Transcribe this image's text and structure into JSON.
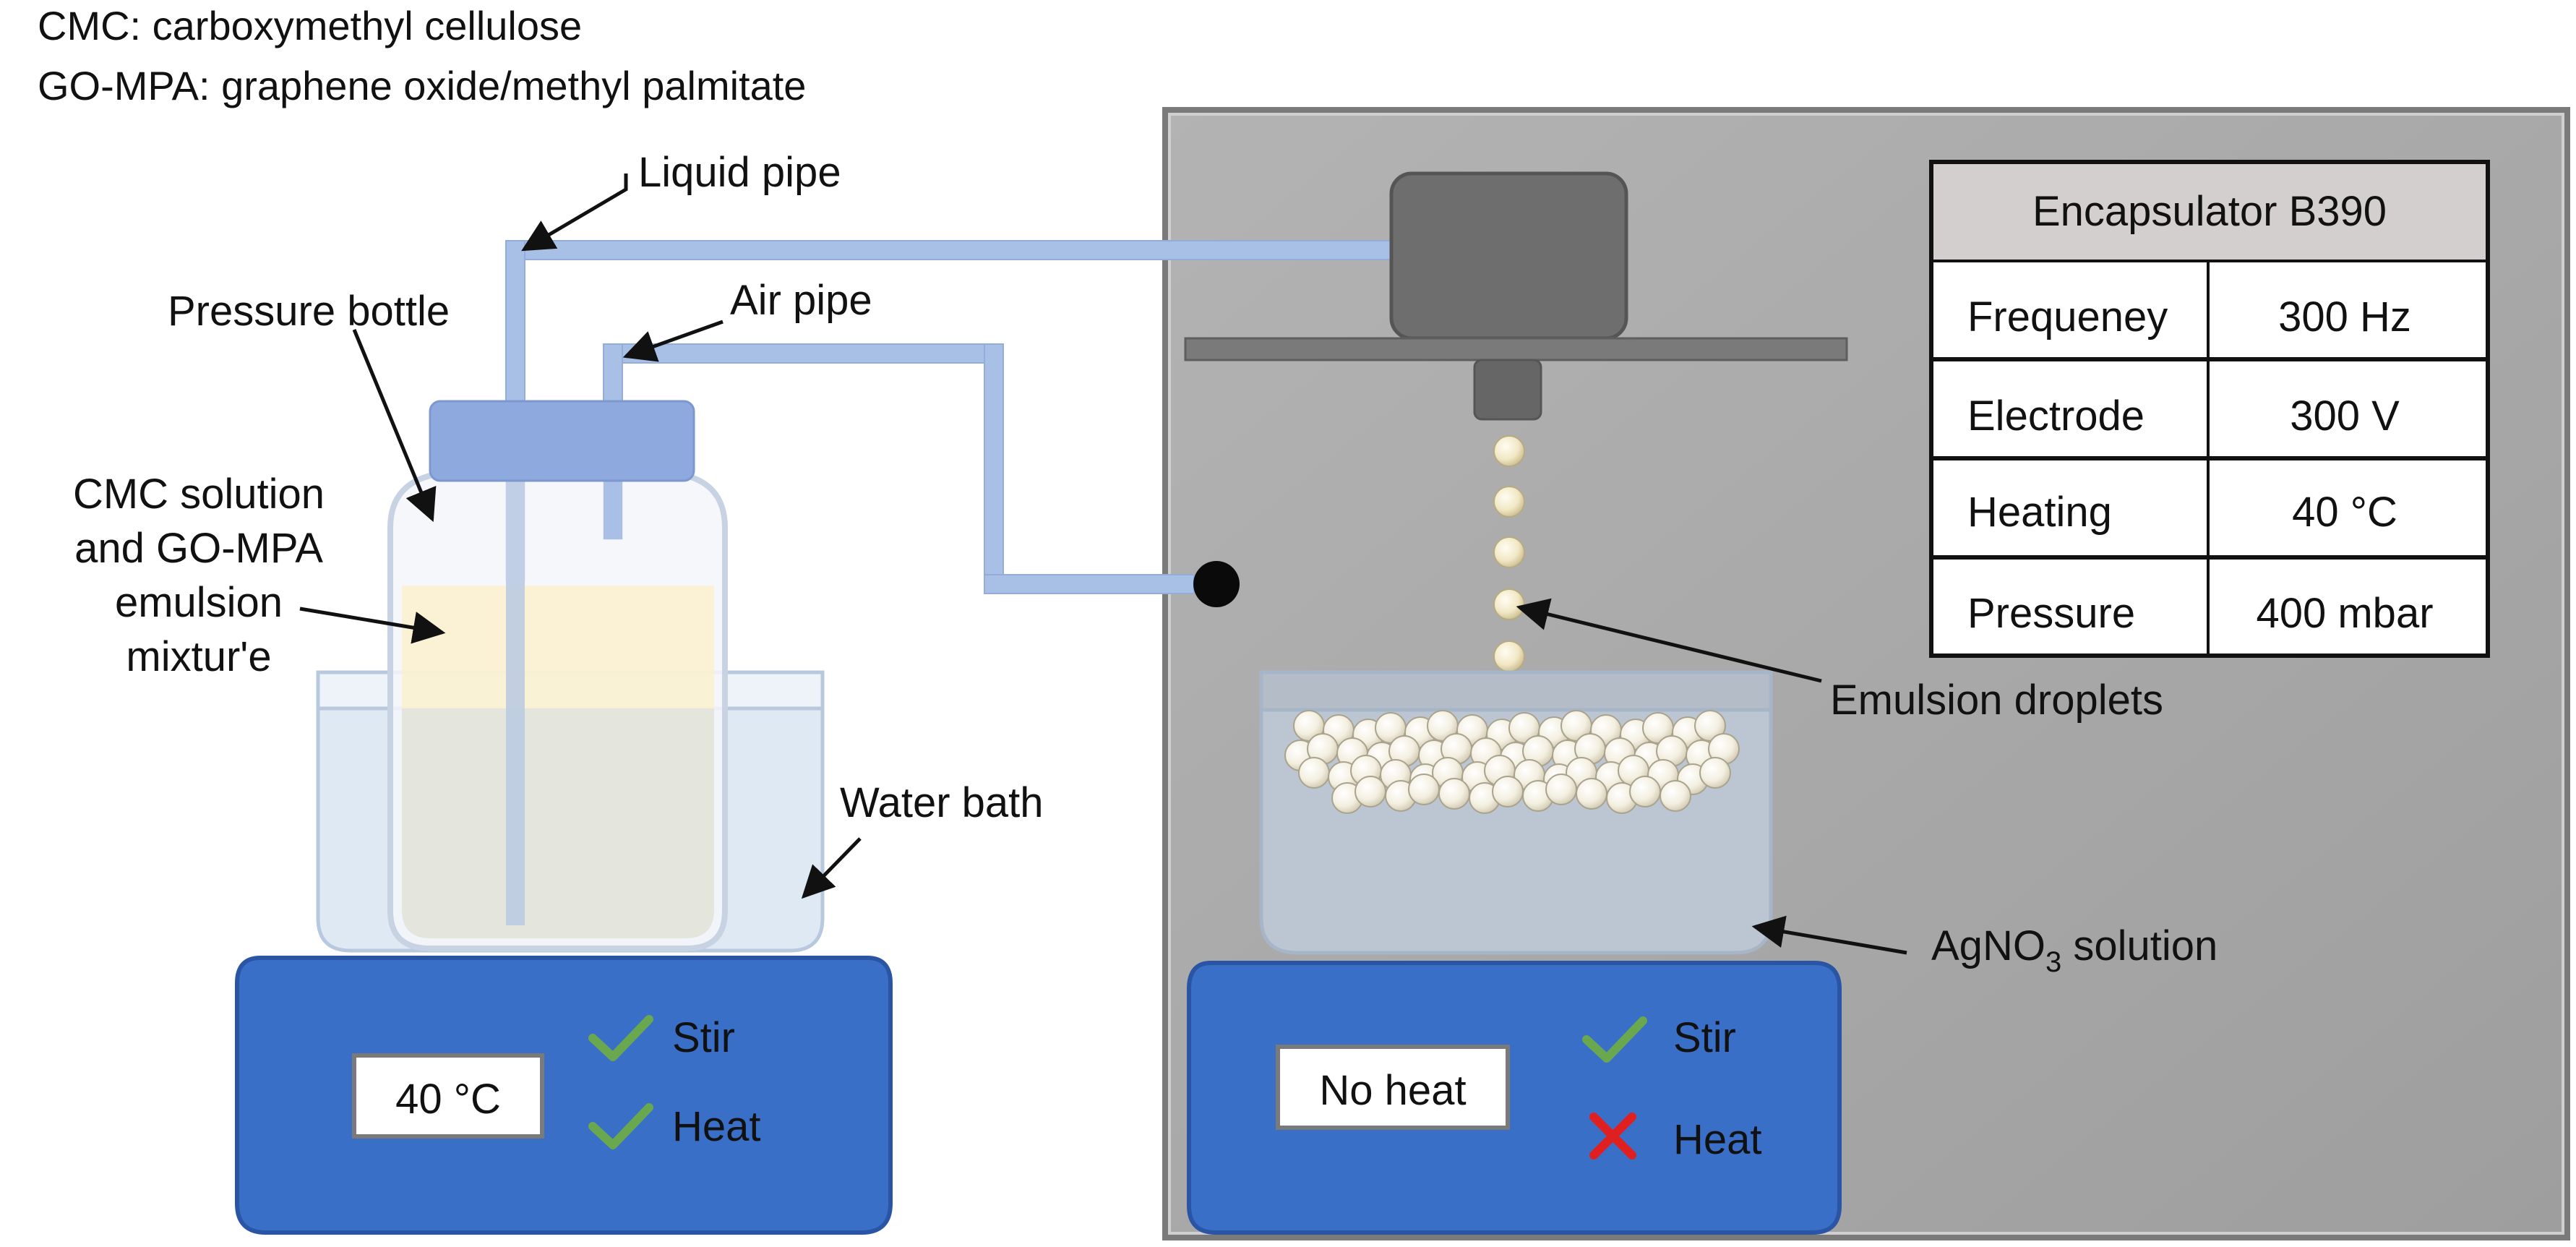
{
  "legend": {
    "line1": "CMC: carboxymethyl cellulose",
    "line2": "GO-MPA: graphene oxide/methyl palmitate"
  },
  "labels": {
    "liquid_pipe": "Liquid pipe",
    "air_pipe": "Air pipe",
    "pressure_bottle": "Pressure bottle",
    "cmc_line1": "CMC solution",
    "cmc_line2": "and GO-MPA",
    "cmc_line3": "emulsion",
    "cmc_line4": "mixtur'e",
    "water_bath": "Water bath",
    "emulsion_droplets": "Emulsion droplets",
    "agno3_main": "AgNO",
    "agno3_sub": "3",
    "agno3_rest": " solution"
  },
  "left_stirrer": {
    "display": "40 °C",
    "stir": "Stir",
    "heat": "Heat",
    "stir_icon": "check-icon",
    "heat_icon": "check-icon"
  },
  "right_stirrer": {
    "display": "No heat",
    "stir": "Stir",
    "heat": "Heat",
    "stir_icon": "check-icon",
    "heat_icon": "cross-icon"
  },
  "encapsulator": {
    "title": "Encapsulator B390",
    "rows": [
      {
        "param": "Frequeney",
        "value": "300 Hz"
      },
      {
        "param": "Electrode",
        "value": "300 V"
      },
      {
        "param": "Heating",
        "value": "40 °C"
      },
      {
        "param": "Pressure",
        "value": "400 mbar"
      }
    ]
  },
  "colors": {
    "pipe": "#a9c0e6",
    "cap": "#8ea9de",
    "cabinet": "#a6a6a6",
    "stirrer": "#3a6fc8",
    "check": "#6aa84f",
    "cross": "#e02020"
  }
}
